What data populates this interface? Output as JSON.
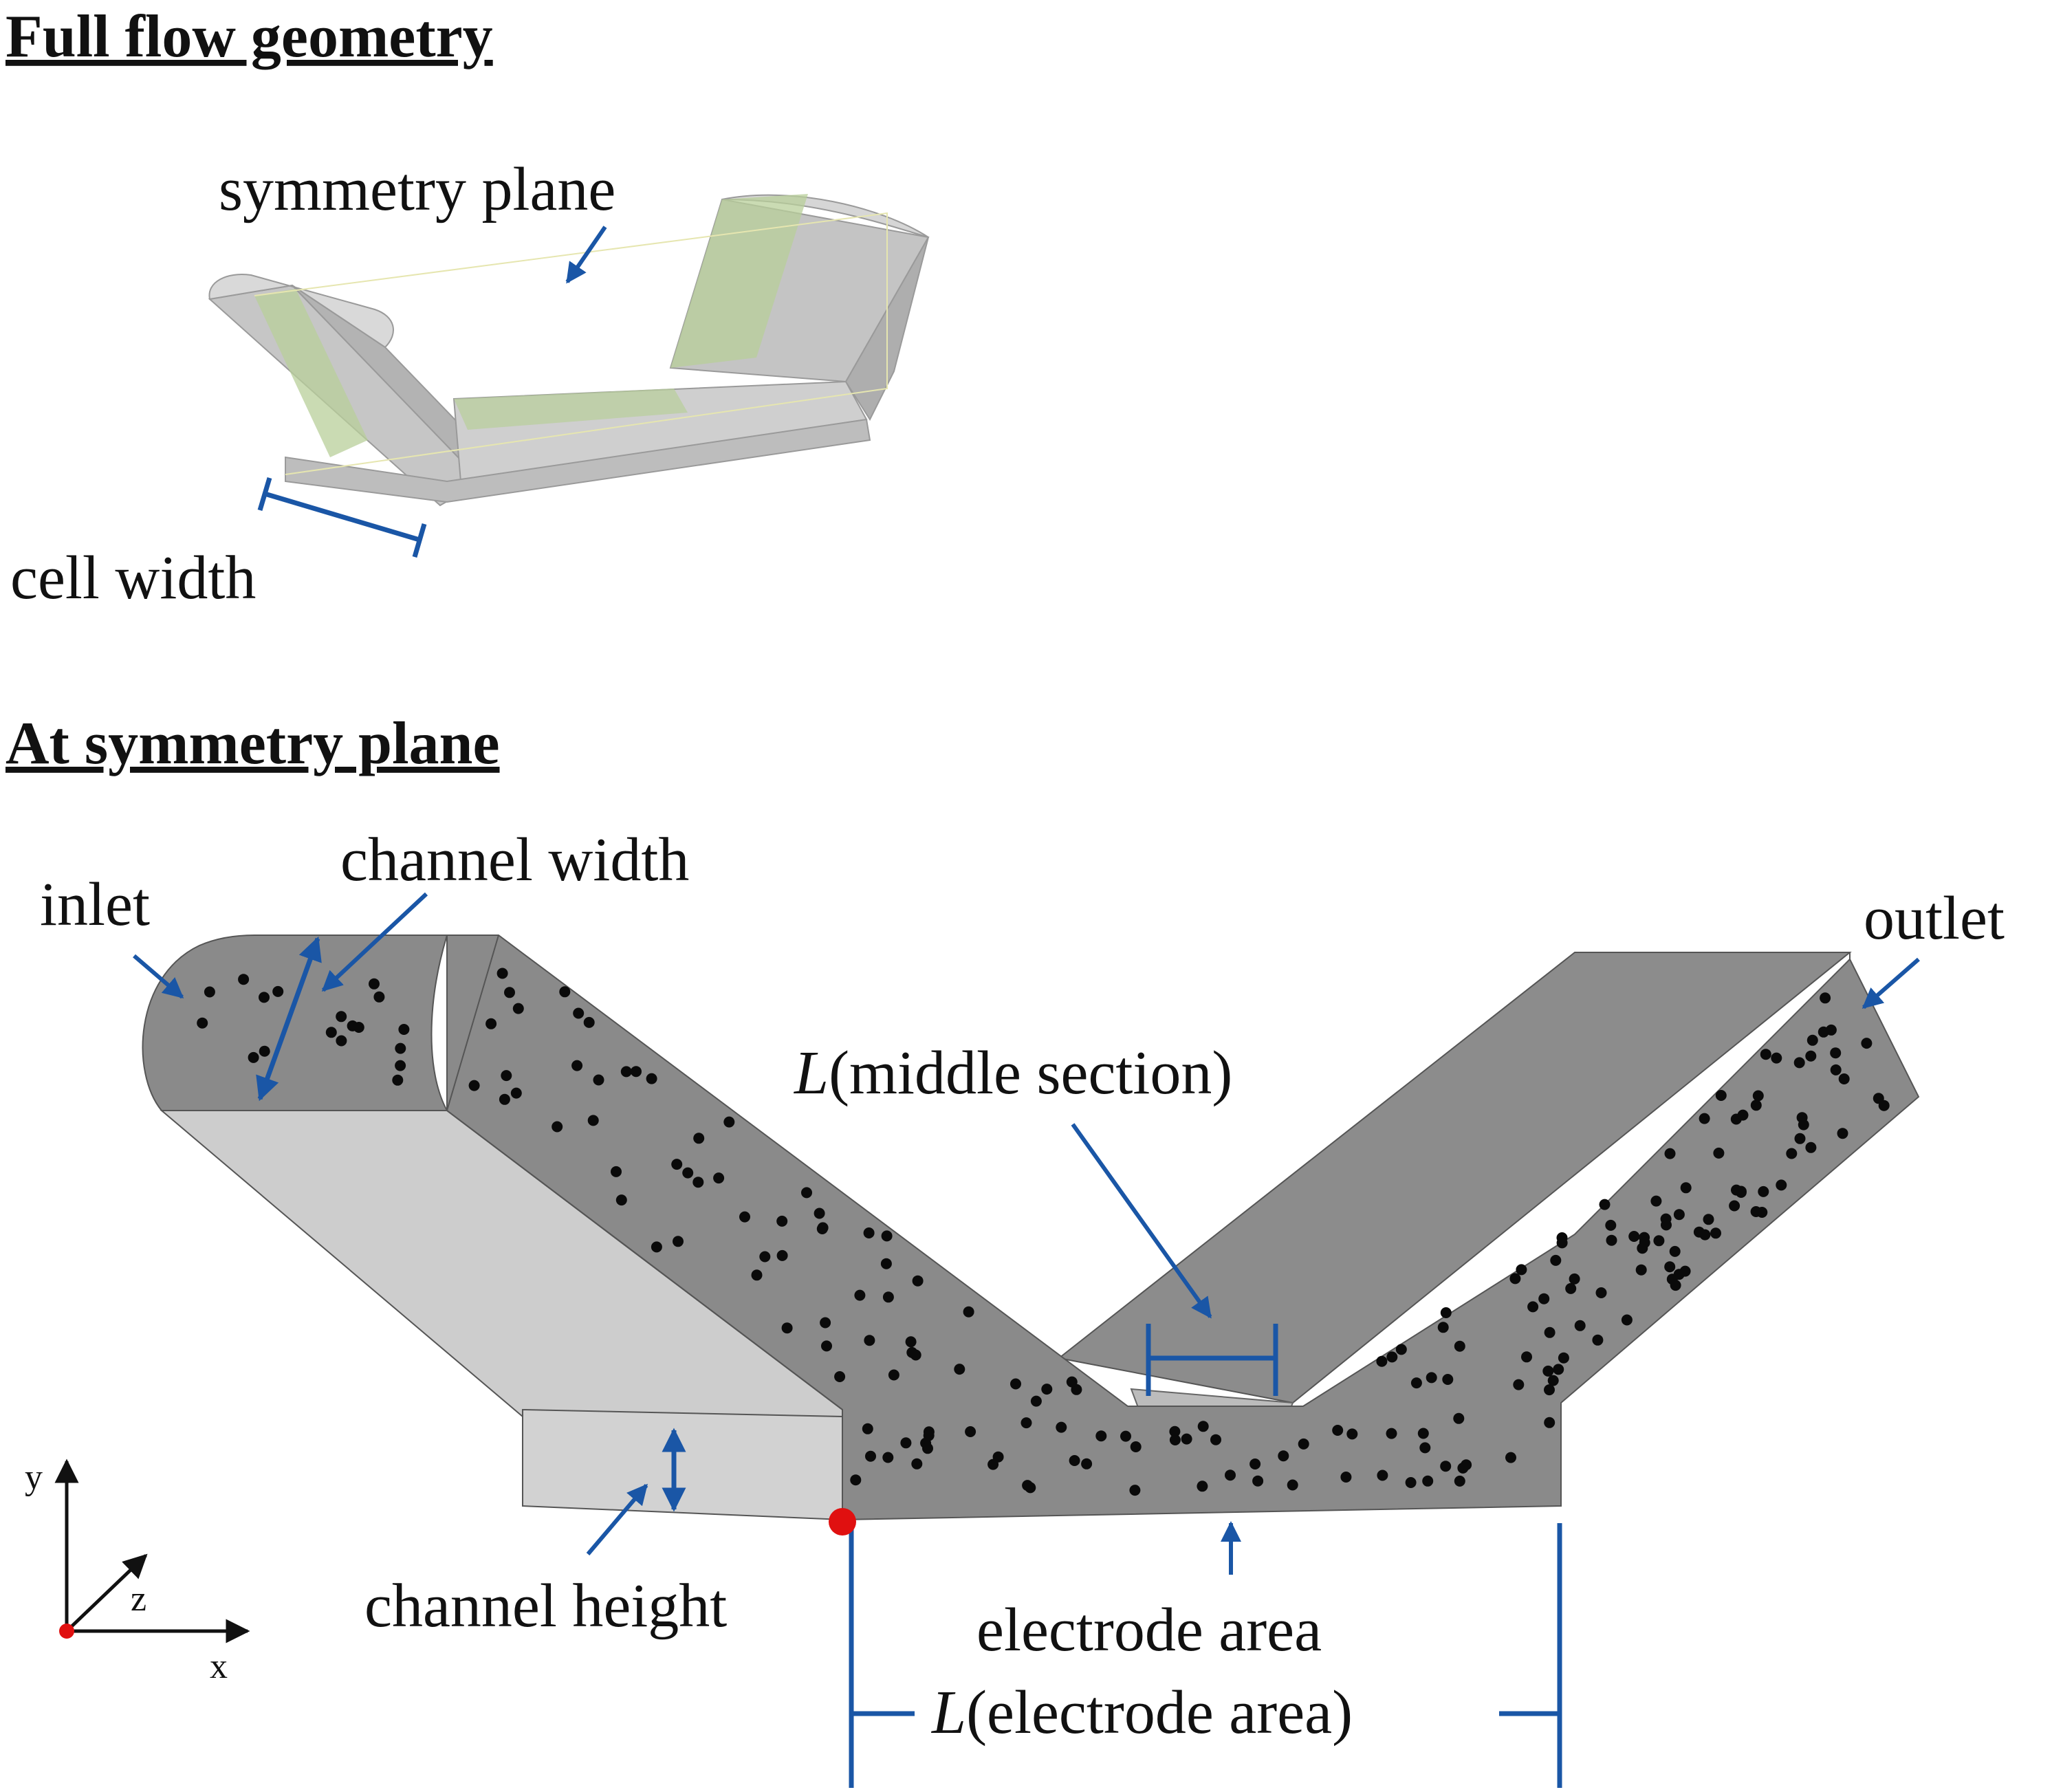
{
  "headings": {
    "full_flow": "Full flow geometry",
    "symmetry": "At symmetry plane"
  },
  "labels": {
    "symmetry_plane": "symmetry plane",
    "cell_width": "cell width",
    "inlet": "inlet",
    "channel_width": "channel width",
    "outlet": "outlet",
    "middle_italic": "L",
    "middle_rest": "(middle section)",
    "channel_height": "channel height",
    "electrode_area": "electrode area",
    "electrode_len_italic": "L",
    "electrode_len_rest": "(electrode area)"
  },
  "axes": {
    "y": "y",
    "z": "z",
    "x": "x"
  },
  "colors": {
    "annotation": "#1a56a6",
    "porous_body": "#8a8a8a",
    "channel_face": "#cfcfcf",
    "symmetry_tint": "#b8cf9a",
    "origin_marker": "#e01010"
  }
}
